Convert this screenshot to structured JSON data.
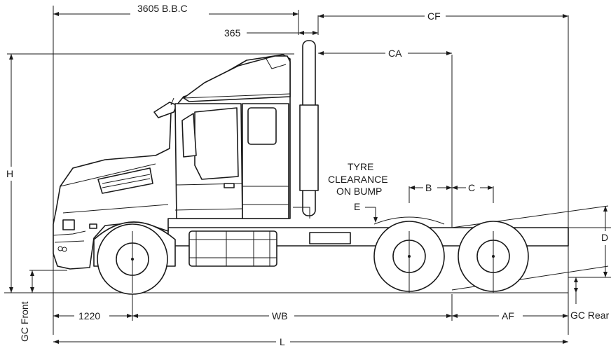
{
  "dimensions": {
    "bbc": "3605 B.B.C",
    "cab_gap": "365",
    "cf": "CF",
    "ca": "CA",
    "h": "H",
    "b": "B",
    "c": "C",
    "d": "D",
    "e": "E",
    "front_overhang": "1220",
    "wb": "WB",
    "af": "AF",
    "l": "L",
    "gc_front": "GC Front",
    "gc_rear": "GC Rear"
  },
  "annotations": {
    "tyre_clearance_line1": "TYRE",
    "tyre_clearance_line2": "CLEARANCE",
    "tyre_clearance_line3": "ON BUMP"
  }
}
